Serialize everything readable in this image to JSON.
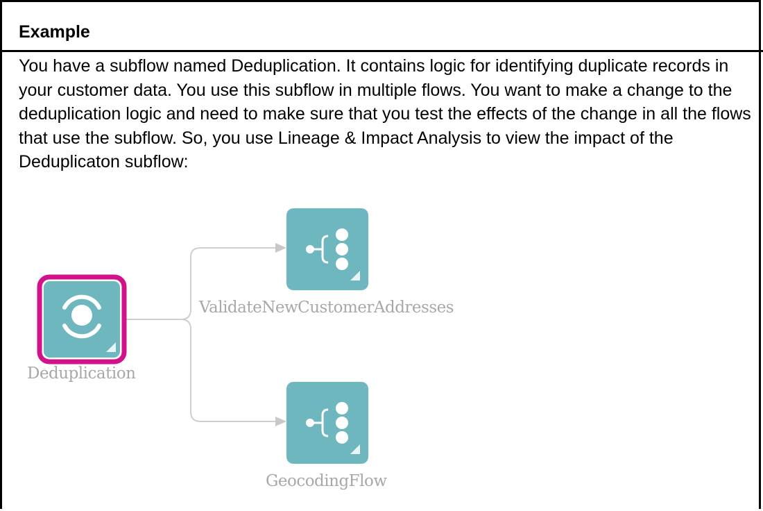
{
  "example": {
    "title": "Example",
    "paragraph": "You have a subflow named Deduplication. It contains logic for identifying duplicate records in your customer data. You use this subflow in multiple flows. You want to make a change to the deduplication logic and need to make sure that you test the effects of the change in all the flows that use the subflow. So, you use Lineage & Impact Analysis to view the impact of the Deduplicaton subflow:"
  },
  "diagram": {
    "source_node": {
      "label": "Deduplication",
      "icon": "subflow-icon",
      "selected": true
    },
    "target_nodes": [
      {
        "label": "ValidateNewCustomerAddresses",
        "icon": "flow-icon"
      },
      {
        "label": "GeocodingFlow",
        "icon": "flow-icon"
      }
    ],
    "colors": {
      "node_fill": "#6fb7bf",
      "selected_border": "#d1128a",
      "connector": "#cfcfcf",
      "label": "#a8a8a8"
    }
  }
}
